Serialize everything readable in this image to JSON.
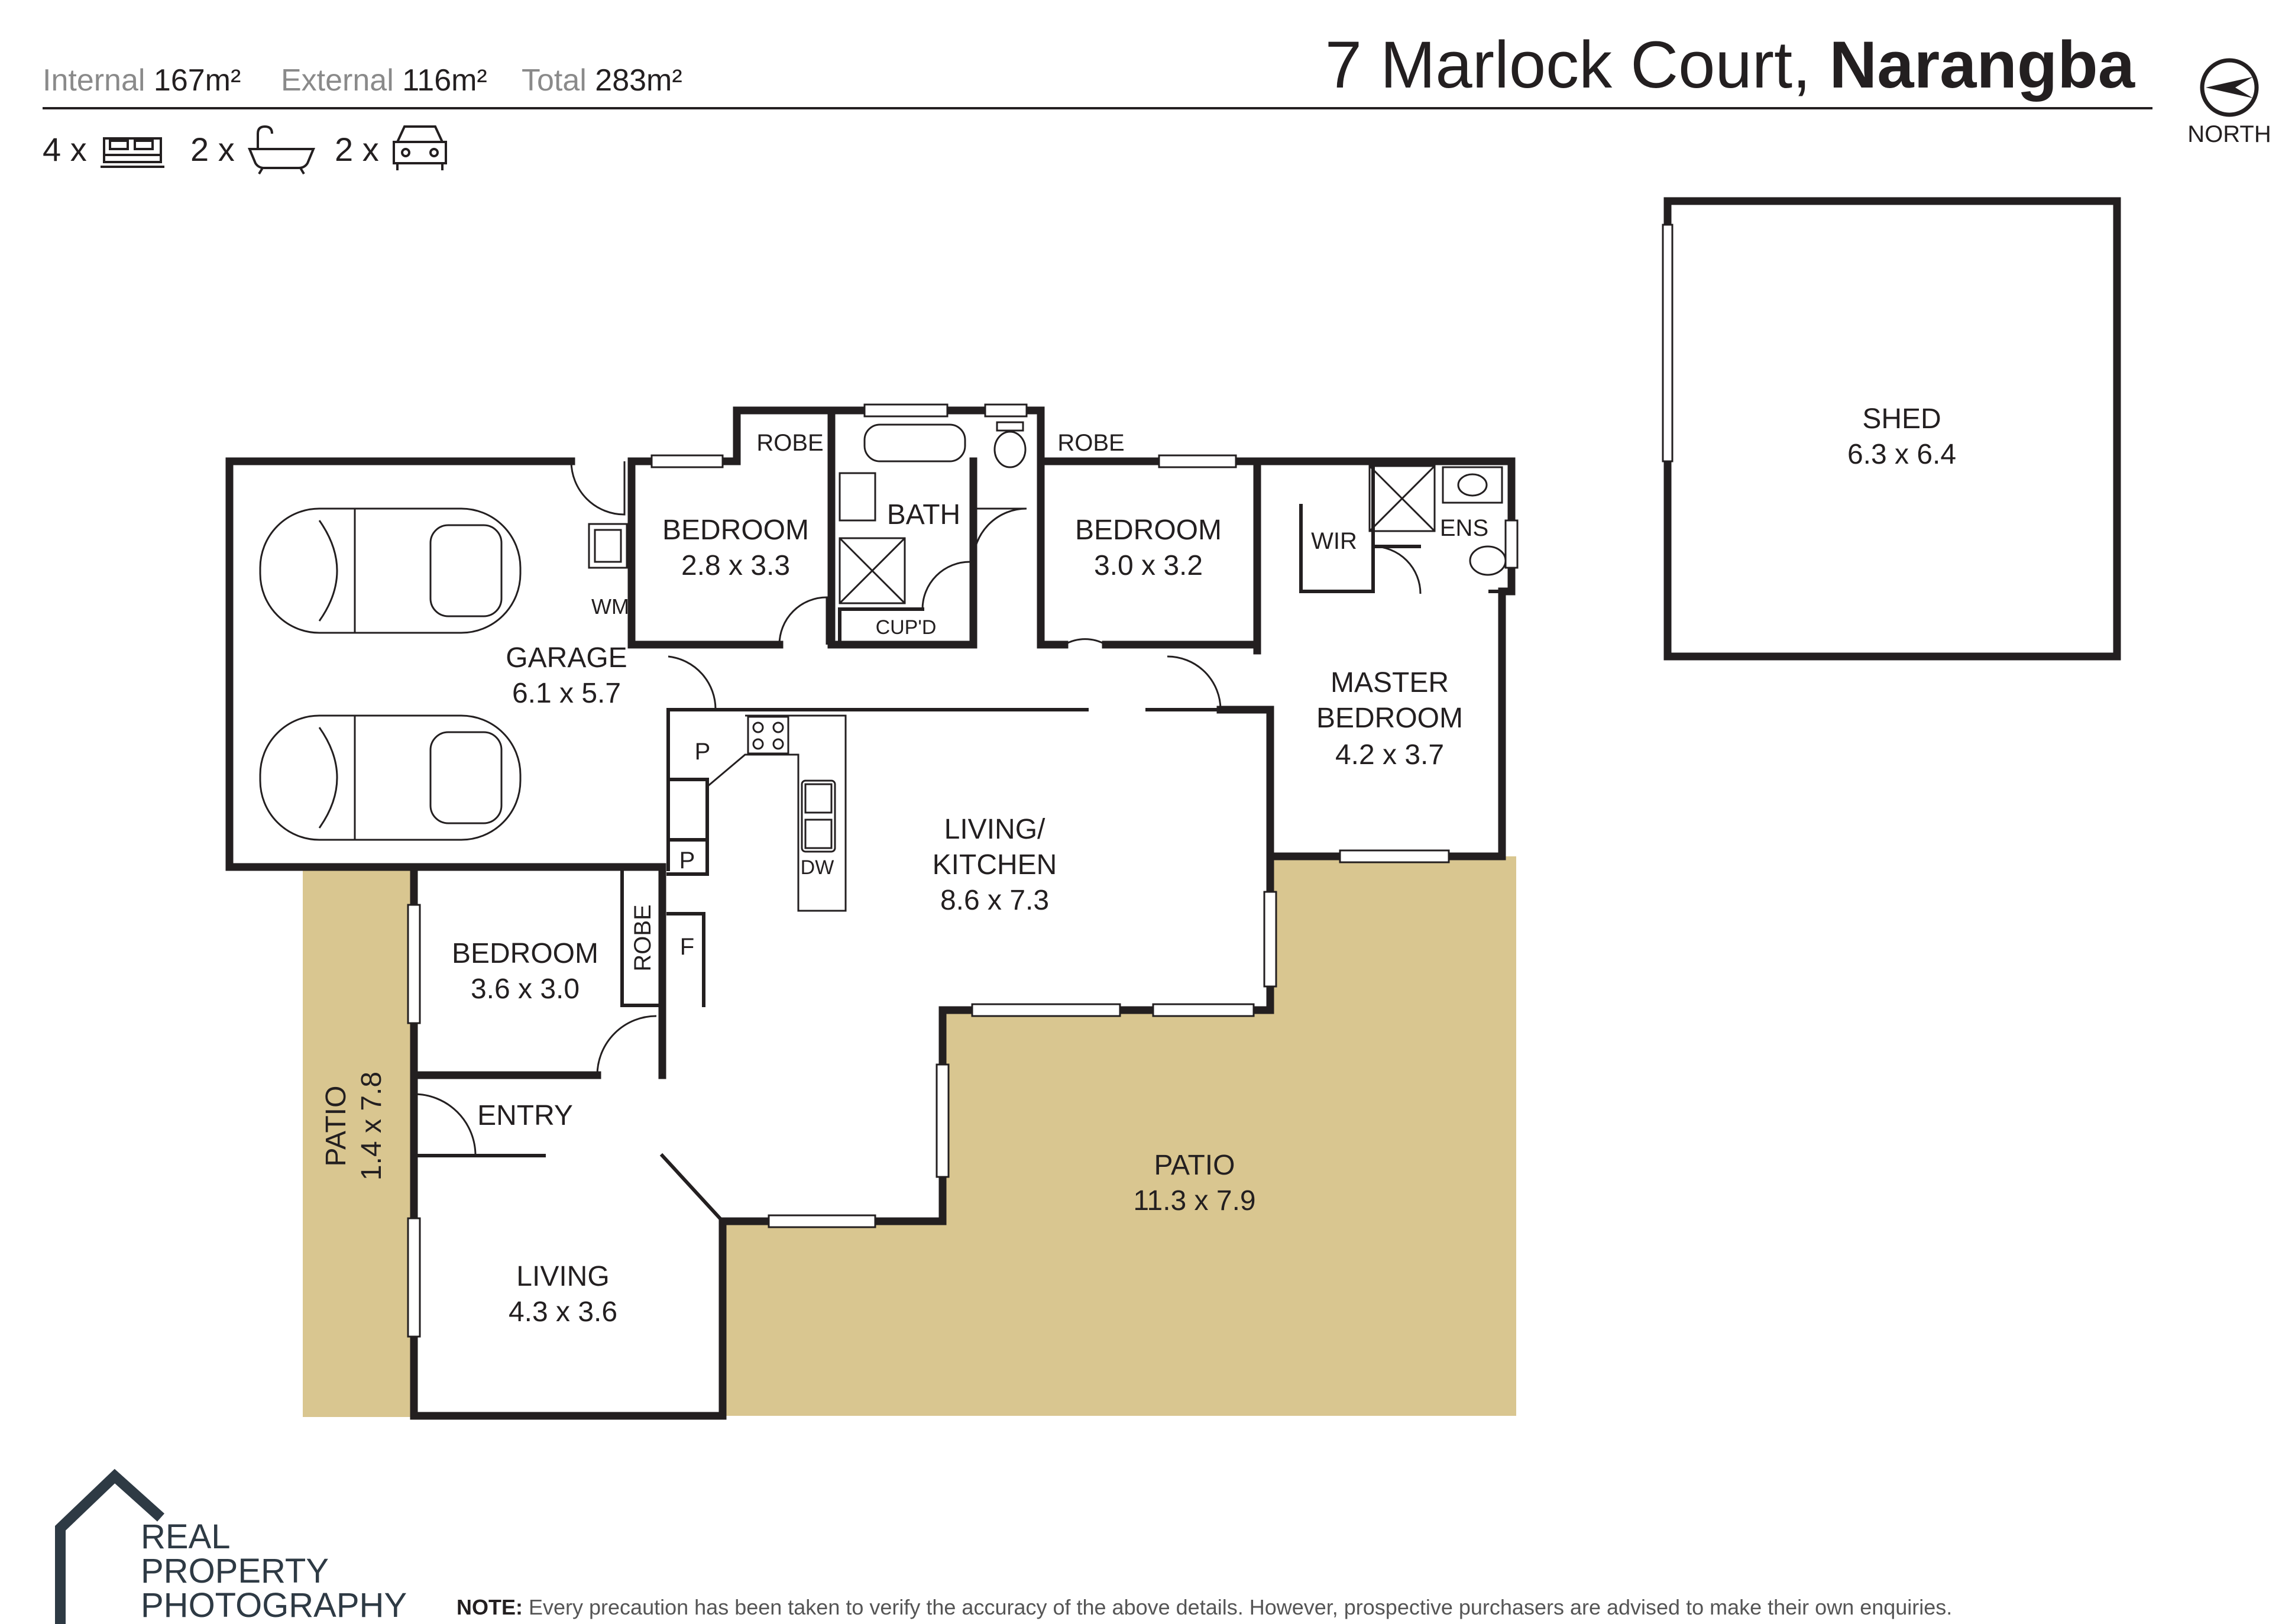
{
  "header": {
    "internal_label": "Internal",
    "internal_value": "167m²",
    "external_label": "External",
    "external_value": "116m²",
    "total_label": "Total",
    "total_value": "283m²",
    "address_street": "7 Marlock Court,",
    "address_suburb": "Narangba",
    "north_label": "NORTH",
    "bed_count": "4 x",
    "bath_count": "2 x",
    "car_count": "2 x"
  },
  "rooms": {
    "garage": {
      "name": "GARAGE",
      "dims": "6.1 x 5.7"
    },
    "bedroom1": {
      "name": "BEDROOM",
      "dims": "2.8 x 3.3"
    },
    "bath": {
      "name": "BATH"
    },
    "bedroom2": {
      "name": "BEDROOM",
      "dims": "3.0 x 3.2"
    },
    "master": {
      "name1": "MASTER",
      "name2": "BEDROOM",
      "dims": "4.2 x 3.7"
    },
    "living_kitchen": {
      "name1": "LIVING/",
      "name2": "KITCHEN",
      "dims": "8.6 x 7.3"
    },
    "bedroom3": {
      "name": "BEDROOM",
      "dims": "3.6 x 3.0"
    },
    "entry": {
      "name": "ENTRY"
    },
    "living": {
      "name": "LIVING",
      "dims": "4.3 x 3.6"
    },
    "patio_main": {
      "name": "PATIO",
      "dims": "11.3 x 7.9"
    },
    "patio_side": {
      "name": "PATIO",
      "dims": "1.4 x 7.8"
    },
    "shed": {
      "name": "SHED",
      "dims": "6.3 x 6.4"
    }
  },
  "fixtures": {
    "robe1": "ROBE",
    "robe2": "ROBE",
    "robe3": "ROBE",
    "wm": "WM",
    "cupd": "CUP'D",
    "wir": "WIR",
    "ens": "ENS",
    "pantry1": "P",
    "pantry2": "P",
    "fridge": "F",
    "dw": "DW"
  },
  "footer": {
    "brand_line1": "REAL",
    "brand_line2": "PROPERTY",
    "brand_line3": "PHOTOGRAPHY",
    "note_label": "NOTE:",
    "note_text": " Every precaution has been taken to verify the accuracy of the above details. However, prospective purchasers are advised to make their own enquiries."
  },
  "colors": {
    "wall": "#231f20",
    "patio_fill": "#d9c690",
    "logo": "#2e3a44"
  }
}
